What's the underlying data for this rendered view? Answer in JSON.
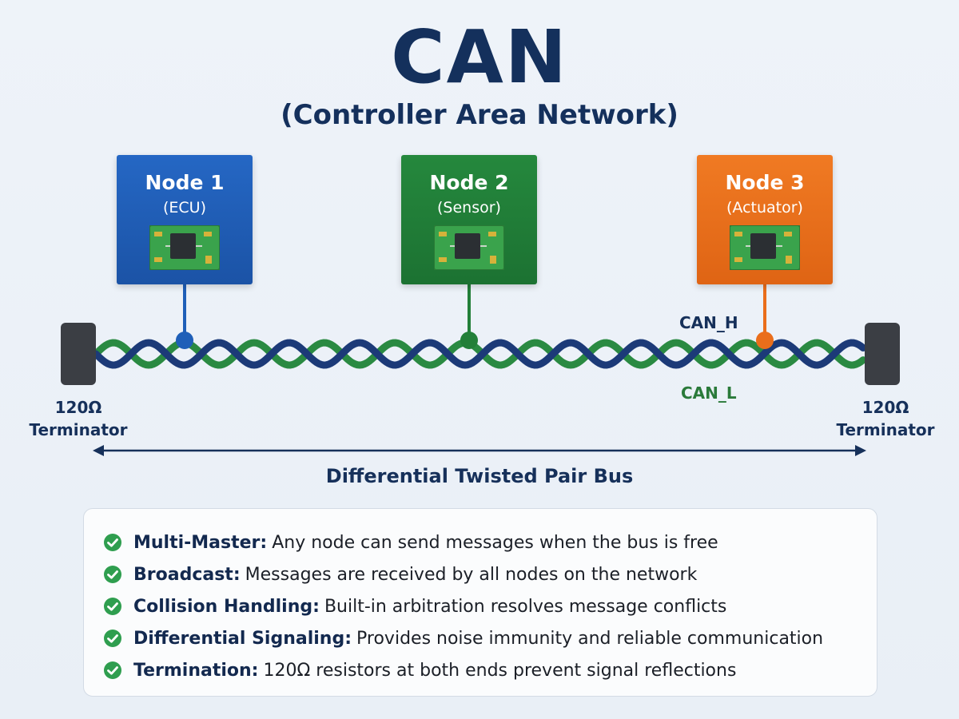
{
  "title": "CAN",
  "subtitle": "(Controller Area Network)",
  "nodes": [
    {
      "name": "Node 1",
      "role": "(ECU)",
      "color": "#1f5fb8"
    },
    {
      "name": "Node 2",
      "role": "(Sensor)",
      "color": "#237f39"
    },
    {
      "name": "Node 3",
      "role": "(Actuator)",
      "color": "#ea6e1b"
    }
  ],
  "bus": {
    "can_h_label": "CAN_H",
    "can_l_label": "CAN_L",
    "can_h_color": "#1c3a78",
    "can_l_color": "#2a8a42",
    "terminator_left": {
      "value": "120Ω",
      "label": "Terminator"
    },
    "terminator_right": {
      "value": "120Ω",
      "label": "Terminator"
    },
    "caption": "Differential Twisted Pair Bus"
  },
  "features": [
    {
      "title": "Multi-Master",
      "text": "Any node can send messages when the bus is free"
    },
    {
      "title": "Broadcast",
      "text": "Messages are received by all nodes on the network"
    },
    {
      "title": "Collision Handling",
      "text": "Built-in arbitration resolves message conflicts"
    },
    {
      "title": "Differential Signaling",
      "text": "Provides noise immunity and reliable communication"
    },
    {
      "title": "Termination",
      "text": "120Ω resistors at both ends prevent signal reflections"
    }
  ],
  "check_color": "#2f9e4f"
}
